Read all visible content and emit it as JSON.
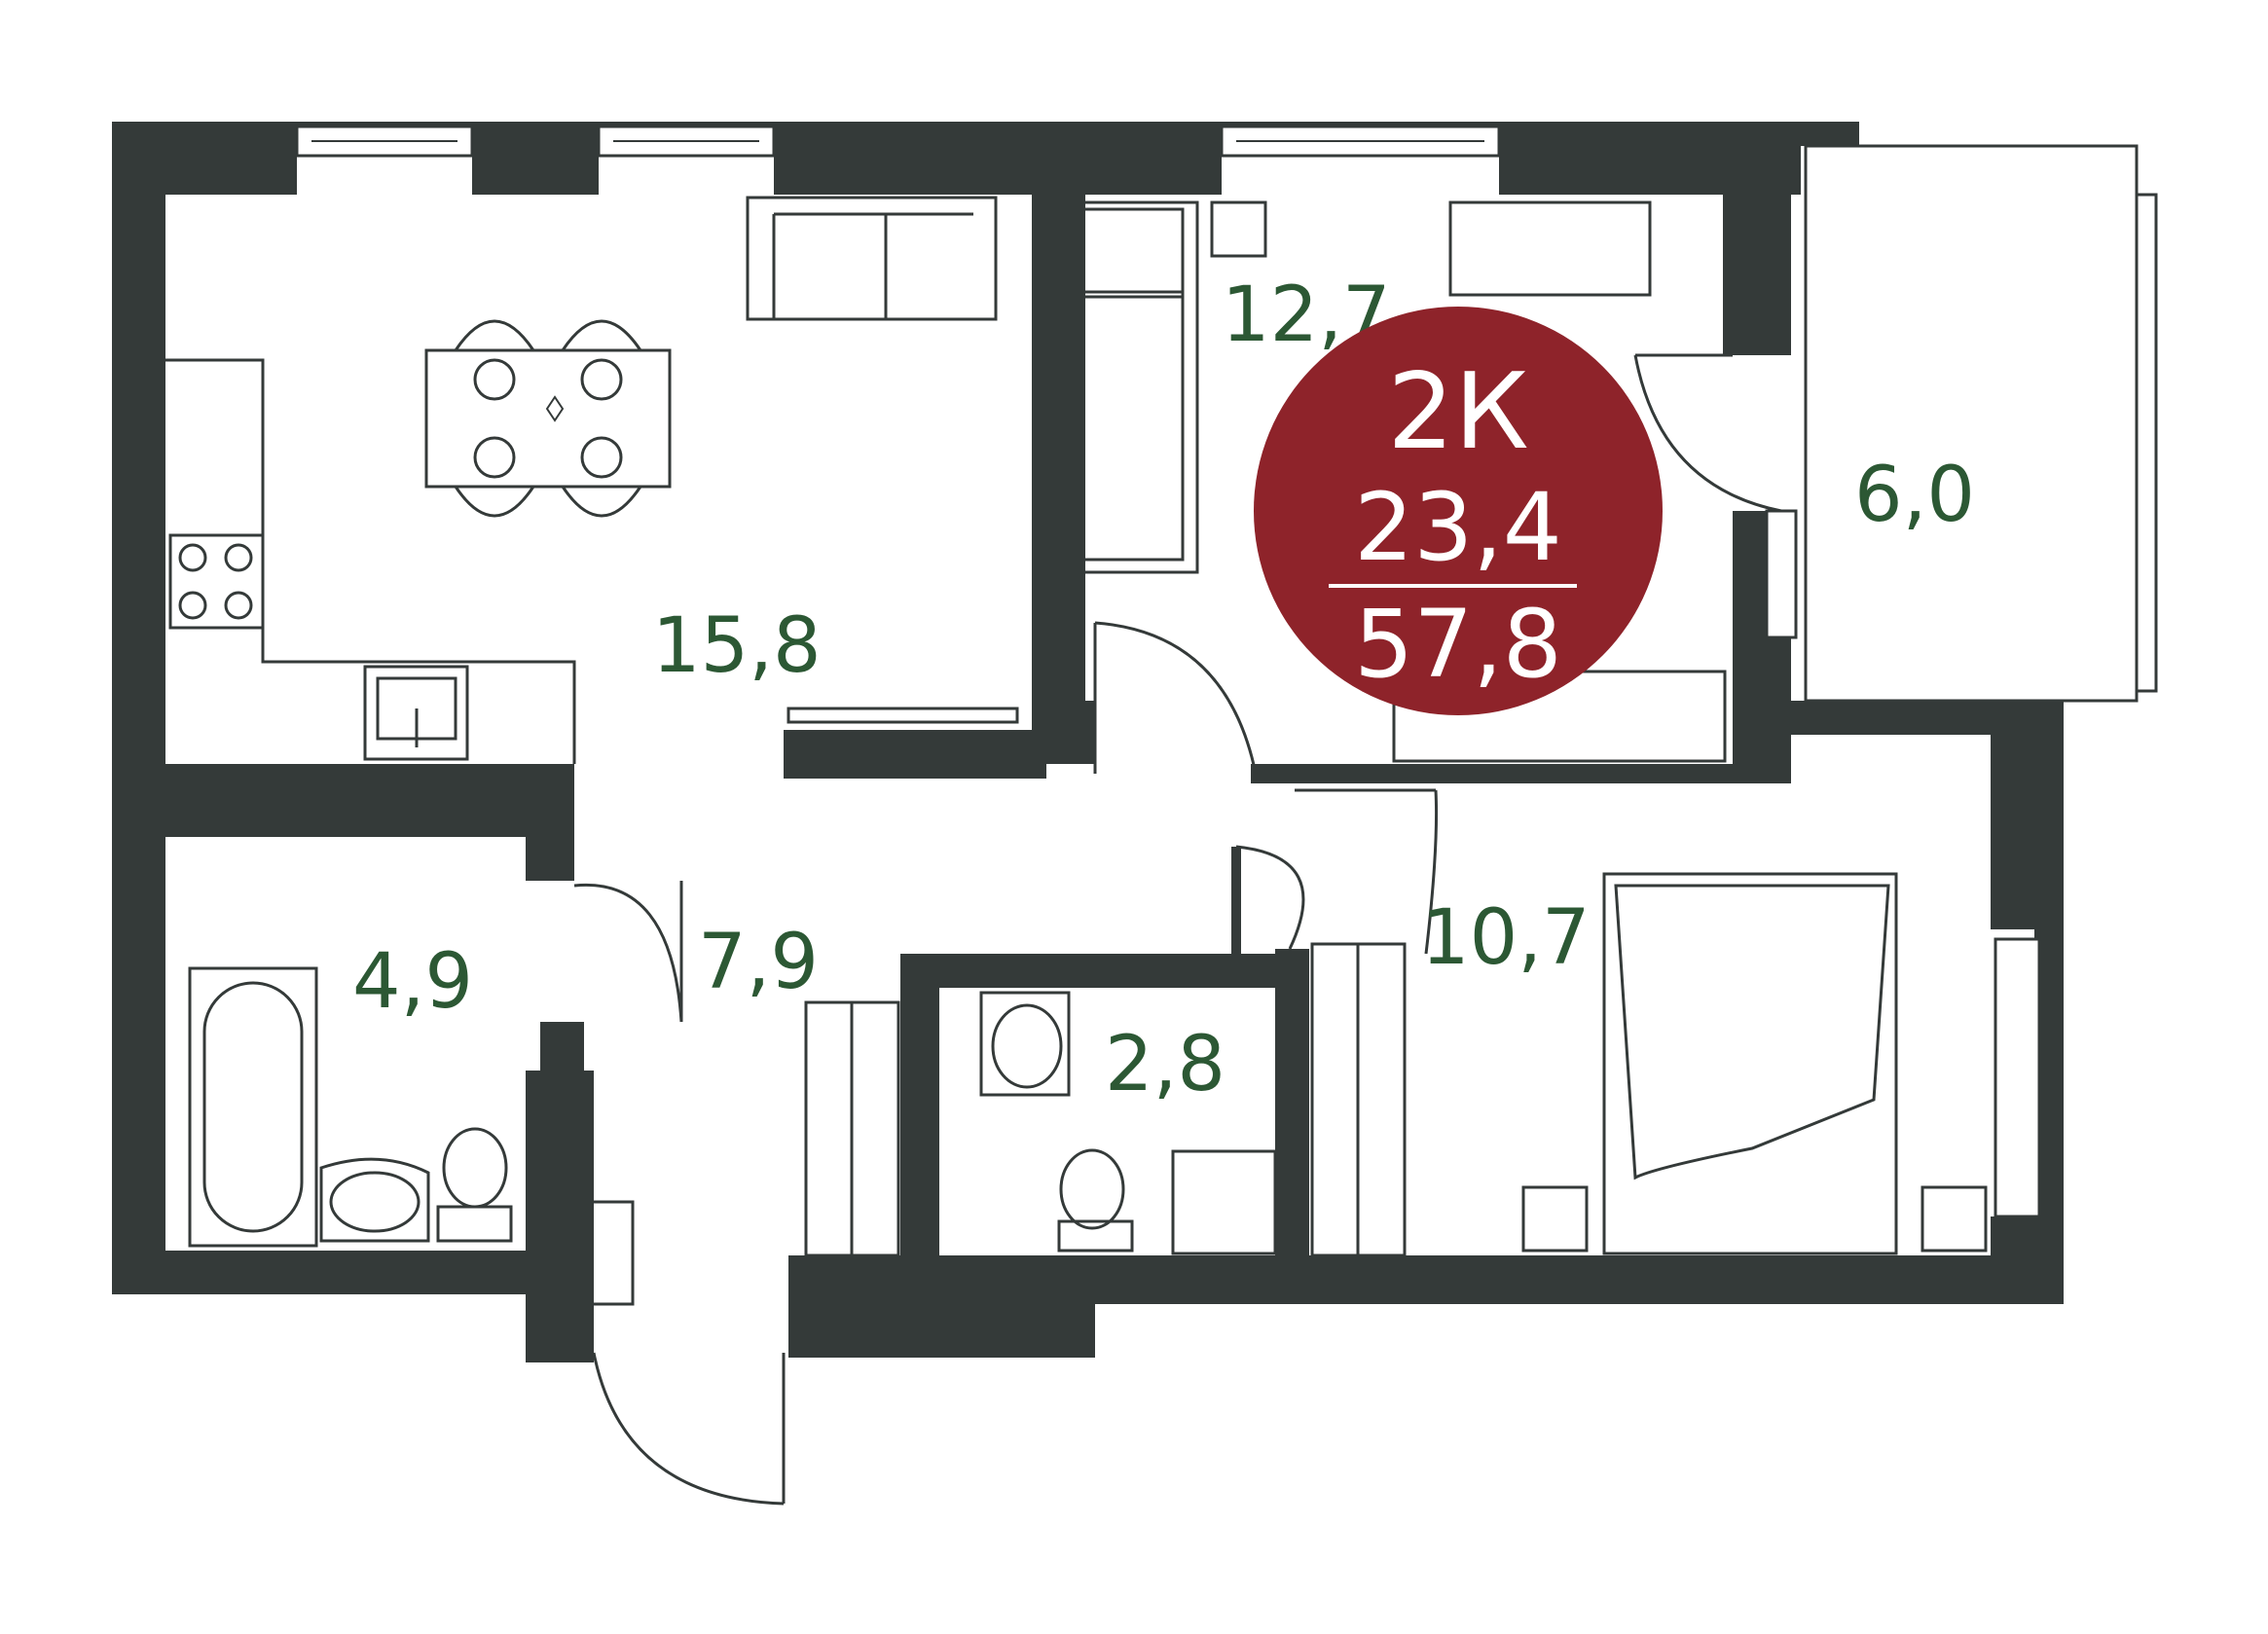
{
  "colors": {
    "wall": "#343a39",
    "area_text": "#2c5834",
    "badge": "#8e232a",
    "badge_text": "#ffffff"
  },
  "badge": {
    "type": "2К",
    "living_area": "23,4",
    "total_area": "57,8"
  },
  "rooms": [
    {
      "name": "kitchen-living",
      "area": "15,8"
    },
    {
      "name": "bedroom-small",
      "area": "12,7"
    },
    {
      "name": "balcony",
      "area": "6,0"
    },
    {
      "name": "bathroom",
      "area": "4,9"
    },
    {
      "name": "hallway",
      "area": "7,9"
    },
    {
      "name": "toilet",
      "area": "2,8"
    },
    {
      "name": "bedroom",
      "area": "10,7"
    }
  ]
}
